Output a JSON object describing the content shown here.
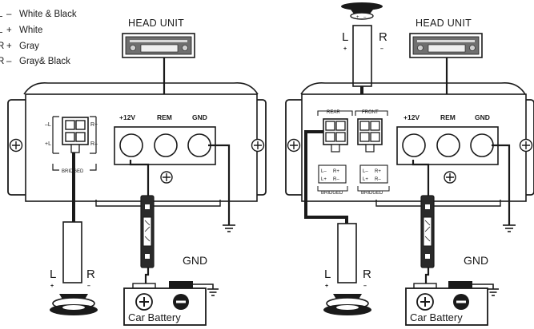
{
  "legend": [
    {
      "sign": "–",
      "color": "White & Black"
    },
    {
      "sign": "+",
      "color": "White"
    },
    {
      "sign": "+",
      "color": "Gray"
    },
    {
      "sign": "–",
      "color": "Gray& Black"
    }
  ],
  "legend_prefixes": [
    "L",
    "L",
    "R",
    "R"
  ],
  "head_unit_label": "HEAD UNIT",
  "terminals": {
    "p12v": "+12V",
    "rem": "REM",
    "gnd": "GND"
  },
  "bridged_label": "BRIDGED",
  "channel_labels": {
    "l_minus": "–L",
    "l_plus": "+L",
    "r_plus": "R+",
    "r_minus": "R–"
  },
  "rear_label": "REAR",
  "front_label": "FRONT",
  "mini_labels": {
    "l_minus": "L–",
    "r_plus": "R+",
    "l_plus": "L+",
    "r_minus": "R–"
  },
  "speaker_labels": {
    "left": "L",
    "right": "R"
  },
  "battery_gnd_label": "GND",
  "battery_label": "Car Battery",
  "battery_plus": "⊕"
}
